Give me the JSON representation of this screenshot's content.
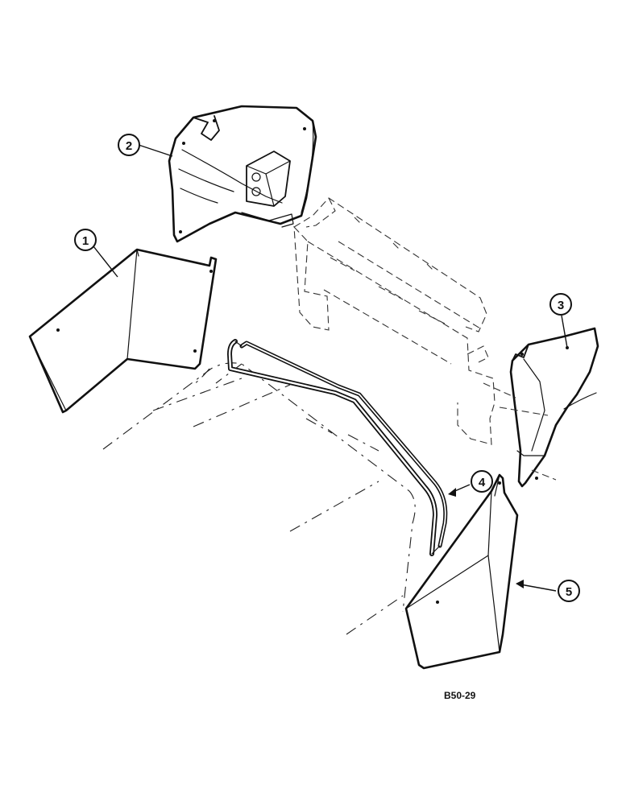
{
  "diagram": {
    "callouts": [
      {
        "id": "1",
        "label": "1"
      },
      {
        "id": "2",
        "label": "2"
      },
      {
        "id": "3",
        "label": "3"
      },
      {
        "id": "4",
        "label": "4"
      },
      {
        "id": "5",
        "label": "5"
      }
    ],
    "figure_code": "B50-29"
  }
}
